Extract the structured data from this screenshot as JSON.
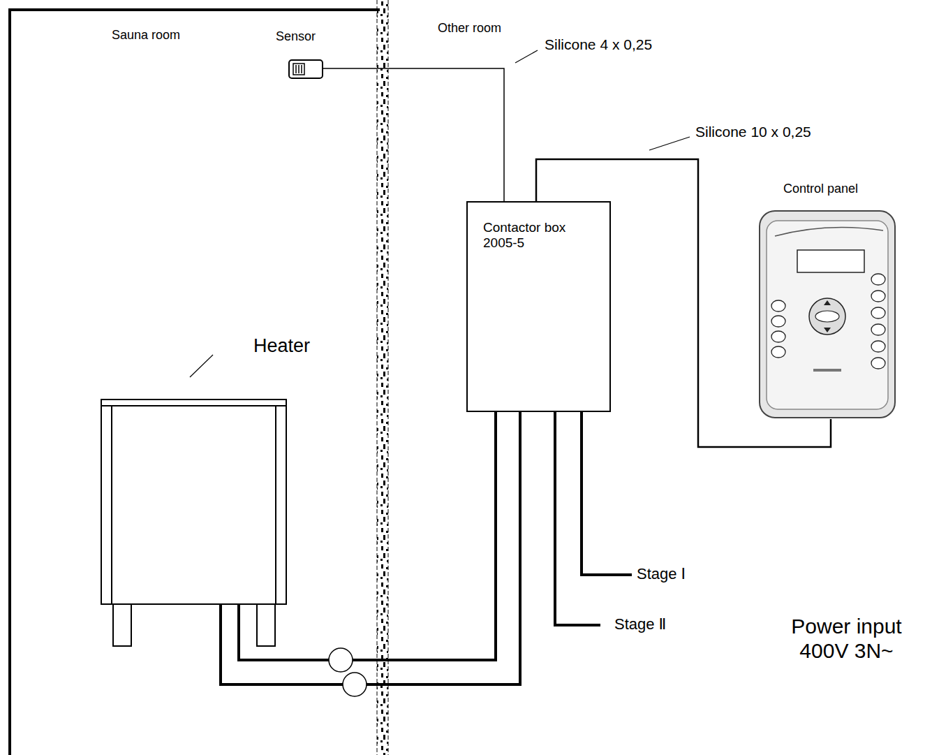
{
  "diagram": {
    "nodes": [
      {
        "text": [
          "Sauna room"
        ]
      },
      {
        "text": [
          "Sensor"
        ],
        "in": 0
      },
      {
        "text": [
          "Heater"
        ],
        "in": 0
      },
      {
        "text": [
          "Contactor box 2005-5"
        ]
      },
      {
        "text": [
          "Control panel"
        ]
      }
    ],
    "edges": [
      {
        "from": 1,
        "to": 3,
        "arrow": "none",
        "label": "Silicone 4 x 0,25"
      },
      {
        "from": 3,
        "to": 4,
        "arrow": "none",
        "label": "Silicone 10 x 0,25"
      },
      {
        "from": 2,
        "to": 3,
        "arrow": "none"
      },
      {
        "from": 2,
        "to": 3,
        "arrow": "none"
      }
    ],
    "labels": [
      "Other room",
      "Stage Ⅰ",
      "Stage Ⅱ",
      "Power input 400V 3N~"
    ]
  }
}
